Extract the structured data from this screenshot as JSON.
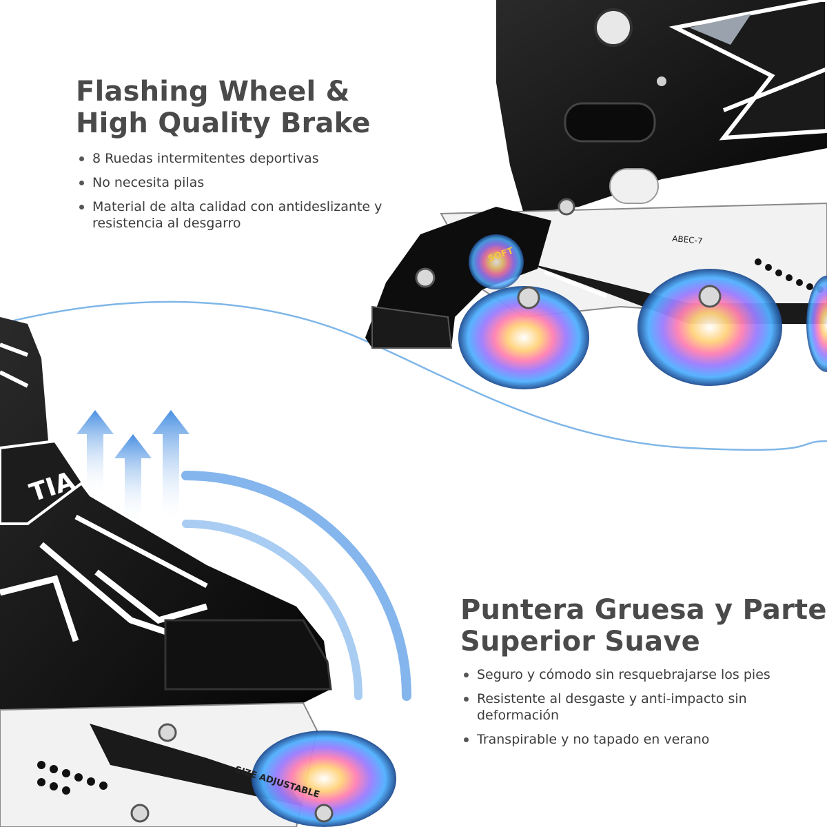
{
  "section_top": {
    "title_lines": [
      "Flashing Wheel &",
      "High Quality Brake"
    ],
    "bullets": [
      "8 Ruedas intermitentes deportivas",
      "No necesita pilas",
      "Material de alta calidad con antideslizante y resistencia al desgarro"
    ]
  },
  "section_bottom": {
    "title_lines": [
      "Puntera Gruesa y Parte",
      "Superior Suave"
    ],
    "bullets": [
      "Seguro y cómodo sin resquebrajarse los pies",
      "Resistente al desgaste y anti-impacto sin deformación",
      "Transpirable y no tapado en verano"
    ]
  },
  "product_marks": {
    "brand_partial": "TIA",
    "size_label": "SIZE ADJUSTABLE",
    "bearing_label": "ABEC-7",
    "wheel_label": "SOFT"
  },
  "colors": {
    "heading": "#4a4a4a",
    "body_text": "#3d3d3d",
    "accent_blue": "#4a90e2",
    "skate_black": "#111111",
    "frame_white": "#f2f2f2"
  },
  "icons": [
    "up-arrow-icon",
    "flashing-wheel-icon",
    "screw-icon"
  ]
}
